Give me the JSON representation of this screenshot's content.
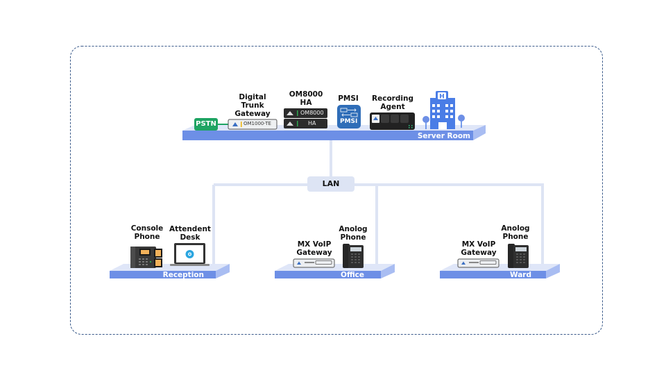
{
  "diagram": {
    "network_label": "LAN",
    "zones": [
      {
        "id": "server-room",
        "label": "Server Room",
        "devices": [
          {
            "id": "pstn",
            "label": "PSTN",
            "kind": "badge"
          },
          {
            "id": "digital-trunk-gateway",
            "label": "Digital\nTrunk\nGateway",
            "device_text": "OM1000-TE"
          },
          {
            "id": "om8000-ha",
            "label": "OM8000\nHA",
            "device_text": [
              "OM8000",
              "HA"
            ]
          },
          {
            "id": "pmsi",
            "label": "PMSI",
            "device_text": "PMSI"
          },
          {
            "id": "recording-agent",
            "label": "Recording\nAgent"
          },
          {
            "id": "hospital-building",
            "icon": "hospital-icon",
            "glyph": "H"
          }
        ]
      },
      {
        "id": "reception",
        "label": "Reception",
        "devices": [
          {
            "id": "console-phone",
            "label": "Console\nPhone"
          },
          {
            "id": "attendent-desk",
            "label": "Attendent\nDesk"
          }
        ]
      },
      {
        "id": "office",
        "label": "Office",
        "devices": [
          {
            "id": "mx-voip-gateway",
            "label": "MX VoIP\nGateway"
          },
          {
            "id": "analog-phone",
            "label": "Anolog\nPhone"
          }
        ]
      },
      {
        "id": "ward",
        "label": "Ward",
        "devices": [
          {
            "id": "mx-voip-gateway",
            "label": "MX VoIP\nGateway"
          },
          {
            "id": "analog-phone",
            "label": "Anolog\nPhone"
          }
        ]
      }
    ],
    "colors": {
      "platform_top": "#dfe6f8",
      "platform_front": "#6d8fe6",
      "platform_side": "#a9bdf2",
      "lan_line": "#dde4f4",
      "frame_border": "#3a5a8a",
      "pstn_green": "#1fa463",
      "pmsi_blue": "#2f6db8",
      "building_blue": "#4a7de6"
    }
  }
}
